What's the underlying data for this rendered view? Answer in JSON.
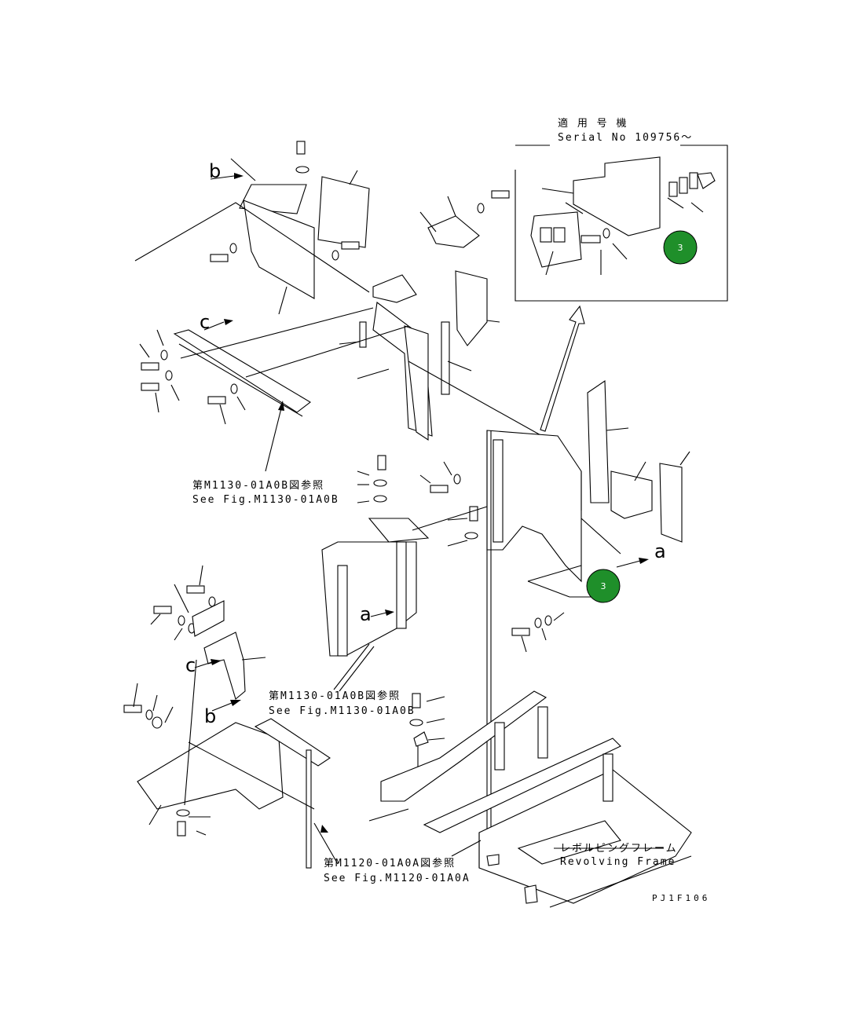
{
  "inset": {
    "applicable_ja": "適 用 号 機",
    "serial": "Serial No 109756～"
  },
  "refs": [
    {
      "ja": "第M1130-01A0B図参照",
      "en": "See Fig.M1130-01A0B"
    },
    {
      "ja": "第M1130-01A0B図参照",
      "en": "See Fig.M1130-01A0B"
    },
    {
      "ja": "第M1120-01A0A図参照",
      "en": "See Fig.M1120-01A0A"
    }
  ],
  "frame": {
    "ja": "レボルビングフレーム",
    "en": "Revolving Frame"
  },
  "letters": {
    "a": "a",
    "b": "b",
    "c": "c"
  },
  "hotspots": [
    {
      "label": "3",
      "color": "#1f8f2a"
    },
    {
      "label": "3",
      "color": "#1f8f2a"
    }
  ],
  "drawing_code": "PJ1F106"
}
